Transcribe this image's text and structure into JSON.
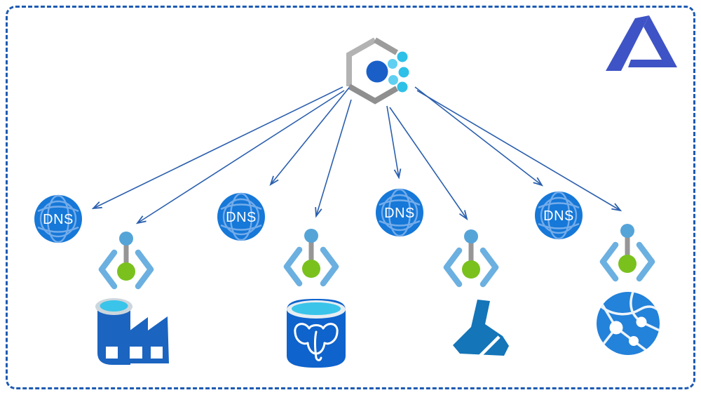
{
  "diagram": {
    "dns_label": "DNS"
  },
  "icons": {
    "logo": "microsoft-azure-logo",
    "hub": "container-registry-hexagon",
    "branch": "azure-pipelines",
    "dns": "azure-dns-globe",
    "endpoints": [
      "data-factory",
      "postgresql-database",
      "data-lake",
      "service-map"
    ]
  },
  "counts": {
    "dns_icons": 4,
    "pipeline_icons": 4,
    "arrows": 8
  },
  "colors": {
    "border_blue": "#1d5ab2",
    "arrow_blue": "#2b5fae",
    "dns_fill": "#1678d8",
    "dns_detail": "#74acea",
    "bracket_blue": "#6bb0e0",
    "node_green": "#7ac11e",
    "node_blue": "#55a4d8",
    "bar_gray": "#969696",
    "factory_blue": "#1b64c0",
    "postgres_blue": "#0e63cc",
    "water_cyan": "#3ac4e9",
    "lake_blue": "#1475b8",
    "map_blue": "#2382da",
    "logo_blue": "#3e53c5",
    "hex_light_gray": "#b3b3b3",
    "hex_dark_gray": "#8f8f8f",
    "hub_circle_blue": "#1a5fc8",
    "dot_cyan_light": "#5fd0f2",
    "dot_cyan": "#2fc0e8"
  }
}
